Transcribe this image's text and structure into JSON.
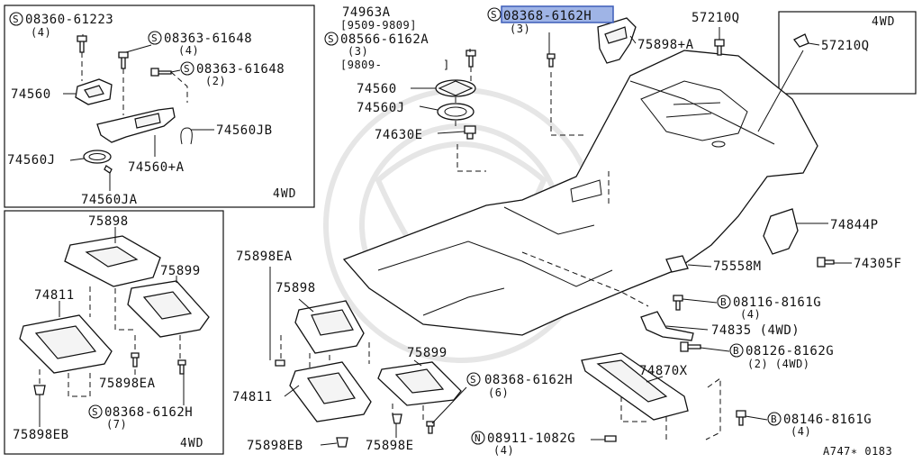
{
  "diagram": {
    "refcode": "A747∗ 0183",
    "boxes": {
      "top_left_tag": "4WD",
      "bottom_left_tag": "4WD",
      "top_right_tag": "4WD"
    },
    "labels": {
      "s_08360_61223": "08360-61223",
      "q_4_a": "(4)",
      "s_08363_61648_a": "08363-61648",
      "q_4_b": "(4)",
      "s_08363_61648_b": "08363-61648",
      "q_2_a": "(2)",
      "p74560_left": "74560",
      "p74560jb": "74560JB",
      "p74560j_left": "74560J",
      "p74560plusa": "74560+A",
      "p74560ja": "74560JA",
      "p75898_bl": "75898",
      "p75899_bl": "75899",
      "p74811_bl": "74811",
      "p75898ea_bl": "75898EA",
      "s_08368_6162h_bl": "08368-6162H",
      "q_7": "(7)",
      "p75898eb_bl": "75898EB",
      "p74963a": "74963A",
      "date1": "[9509-9809]",
      "s_08566_6162a": "08566-6162A",
      "q_3_a": "(3)",
      "date2": "[9809-",
      "date2_close": "]",
      "p74560_mid": "74560",
      "p74560j_mid": "74560J",
      "p74630e": "74630E",
      "s_08368_6162h_top": "08368-6162H",
      "q_3_b": "(3)",
      "p75898plusa": "75898+A",
      "p57210q_top": "57210Q",
      "p57210q_box": "57210Q",
      "p74844p": "74844P",
      "p74305f": "74305F",
      "p75558m": "75558M",
      "b_08116_8161g": "08116-8161G",
      "q_4_c": "(4)",
      "p74835": "74835 (4WD)",
      "b_08126_8162g": "08126-8162G",
      "q_2_4wd": "(2) (4WD)",
      "p74870x": "74870X",
      "b_08146_8161g": "08146-8161G",
      "q_4_d": "(4)",
      "n_08911_1082g": "08911-1082G",
      "q_4_e": "(4)",
      "s_08368_6162h_bot": "08368-6162H",
      "q_6": "(6)",
      "p75898ea_mid": "75898EA",
      "p75898_mid": "75898",
      "p75899_mid": "75899",
      "p74811_mid": "74811",
      "p75898eb_mid": "75898EB",
      "p75898e_mid": "75898E"
    },
    "prefix_letters": {
      "s": "S",
      "b": "B",
      "n": "N"
    }
  }
}
